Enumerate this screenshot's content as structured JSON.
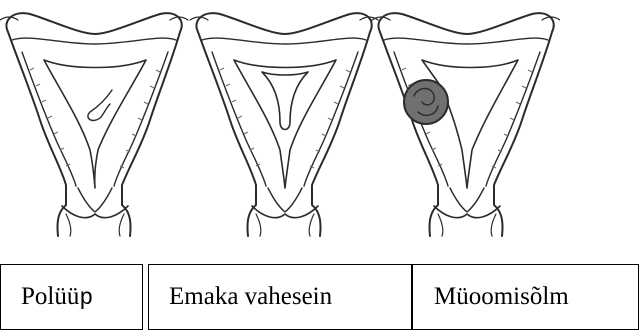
{
  "labels": {
    "polyp": "Polüü",
    "polyp_last": "p",
    "septum": "Emaka vahesein",
    "fibroid": "Müoomisõlm"
  },
  "figure": {
    "illustrations": [
      "uterus-polyp-drawing",
      "uterus-septum-drawing",
      "uterus-fibroid-drawing"
    ],
    "fibroid_fill": "#707070",
    "line_color": "#2b2b2b"
  }
}
